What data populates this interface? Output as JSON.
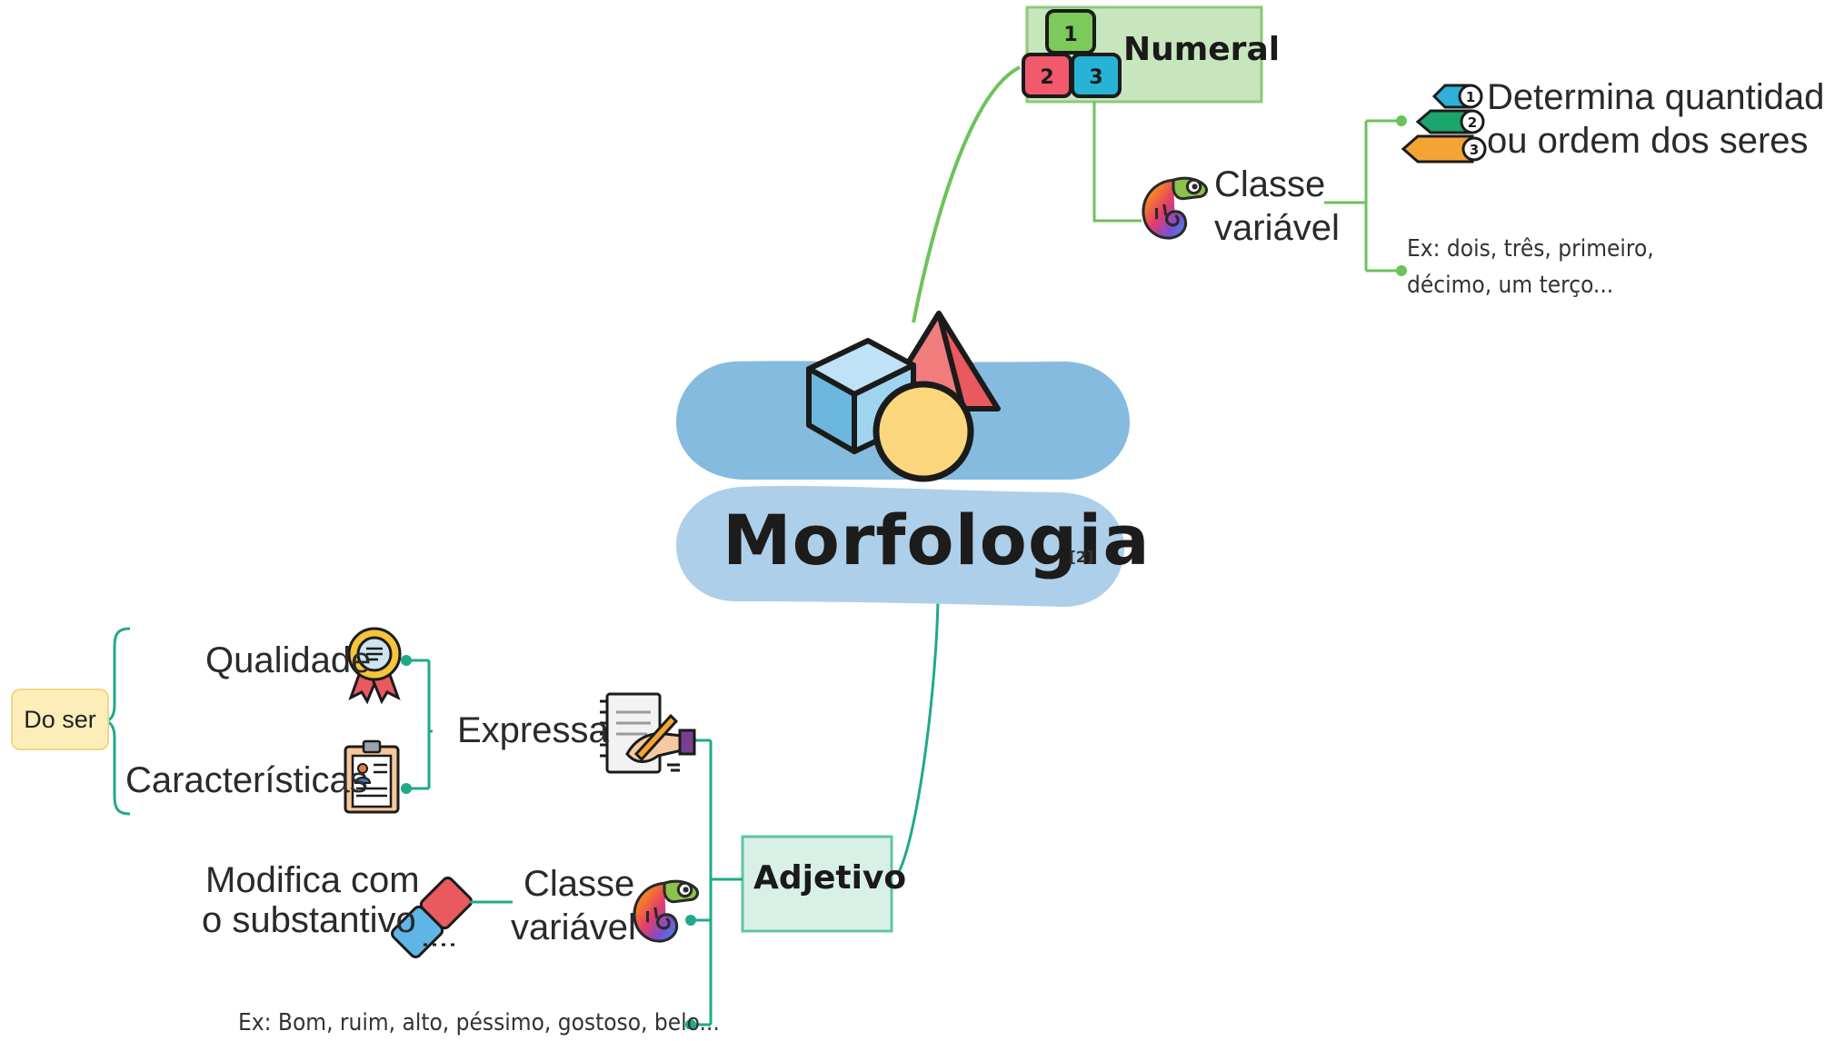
{
  "central": {
    "title": "Morfologia",
    "ref": "[2]",
    "icon": "geometric-shapes-icon"
  },
  "numeral": {
    "label": "Numeral",
    "icon": "number-blocks-icon",
    "blocks": [
      "1",
      "2",
      "3"
    ],
    "colors": {
      "box_fill": "#c8e6bd",
      "box_border": "#8cc97a",
      "connector": "#6cc35a"
    },
    "classe": {
      "line1": "Classe",
      "line2": "variável",
      "icon": "chameleon-icon"
    },
    "determina": {
      "line1": "Determina quantidade",
      "line2": "ou ordem dos seres",
      "icon": "numbered-arrows-icon",
      "badges": [
        "1",
        "2",
        "3"
      ]
    },
    "example": {
      "line1": "Ex: dois, três, primeiro,",
      "line2": "décimo, um terço..."
    }
  },
  "adjetivo": {
    "label": "Adjetivo",
    "colors": {
      "box_fill": "#d9f0e6",
      "box_border": "#5fc4a2",
      "connector": "#20a98a"
    },
    "expressa": {
      "label": "Expressa",
      "icon": "writing-notebook-icon",
      "qualidade": {
        "label": "Qualidade",
        "icon": "award-badge-icon"
      },
      "caracteristicas": {
        "label": "Características",
        "icon": "clipboard-profile-icon"
      },
      "do_ser": "Do ser"
    },
    "classe": {
      "line1": "Classe",
      "line2": "variável",
      "icon": "chameleon-icon",
      "modifica": {
        "line1": "Modifica com",
        "line2": "o substantivo",
        "icon": "eraser-icon"
      }
    },
    "example": "Ex: Bom, ruim, alto, péssimo, gostoso, belo..."
  }
}
